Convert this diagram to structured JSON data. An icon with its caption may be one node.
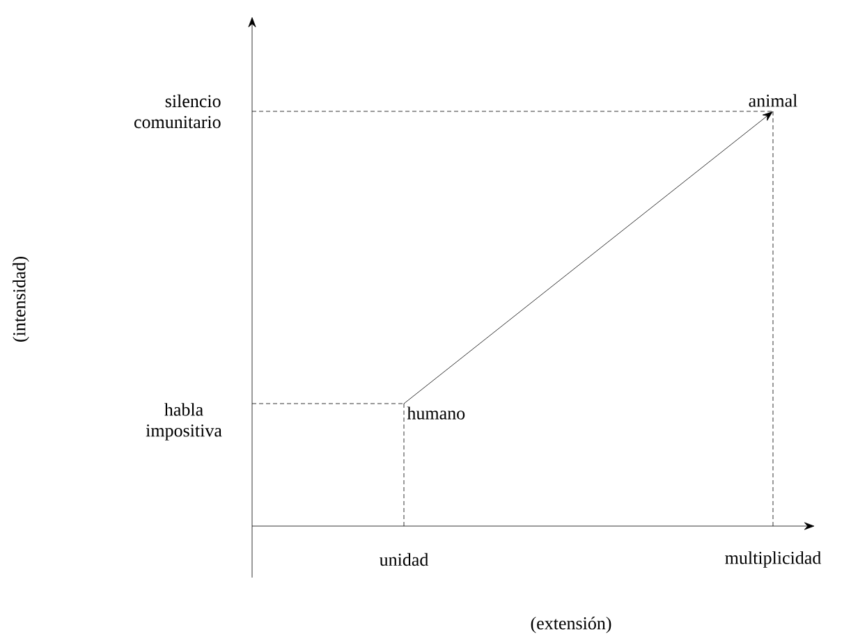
{
  "diagram": {
    "nodes": [
      {
        "text": [
          "humano"
        ]
      },
      {
        "text": [
          "animal"
        ]
      }
    ],
    "edges": [
      {
        "from": 0,
        "to": 1,
        "arrow": "to"
      }
    ],
    "labels": [
      "silencio comunitario",
      "habla impositiva",
      "unidad",
      "multiplicidad",
      "(intensidad)",
      "(extensión)"
    ]
  }
}
